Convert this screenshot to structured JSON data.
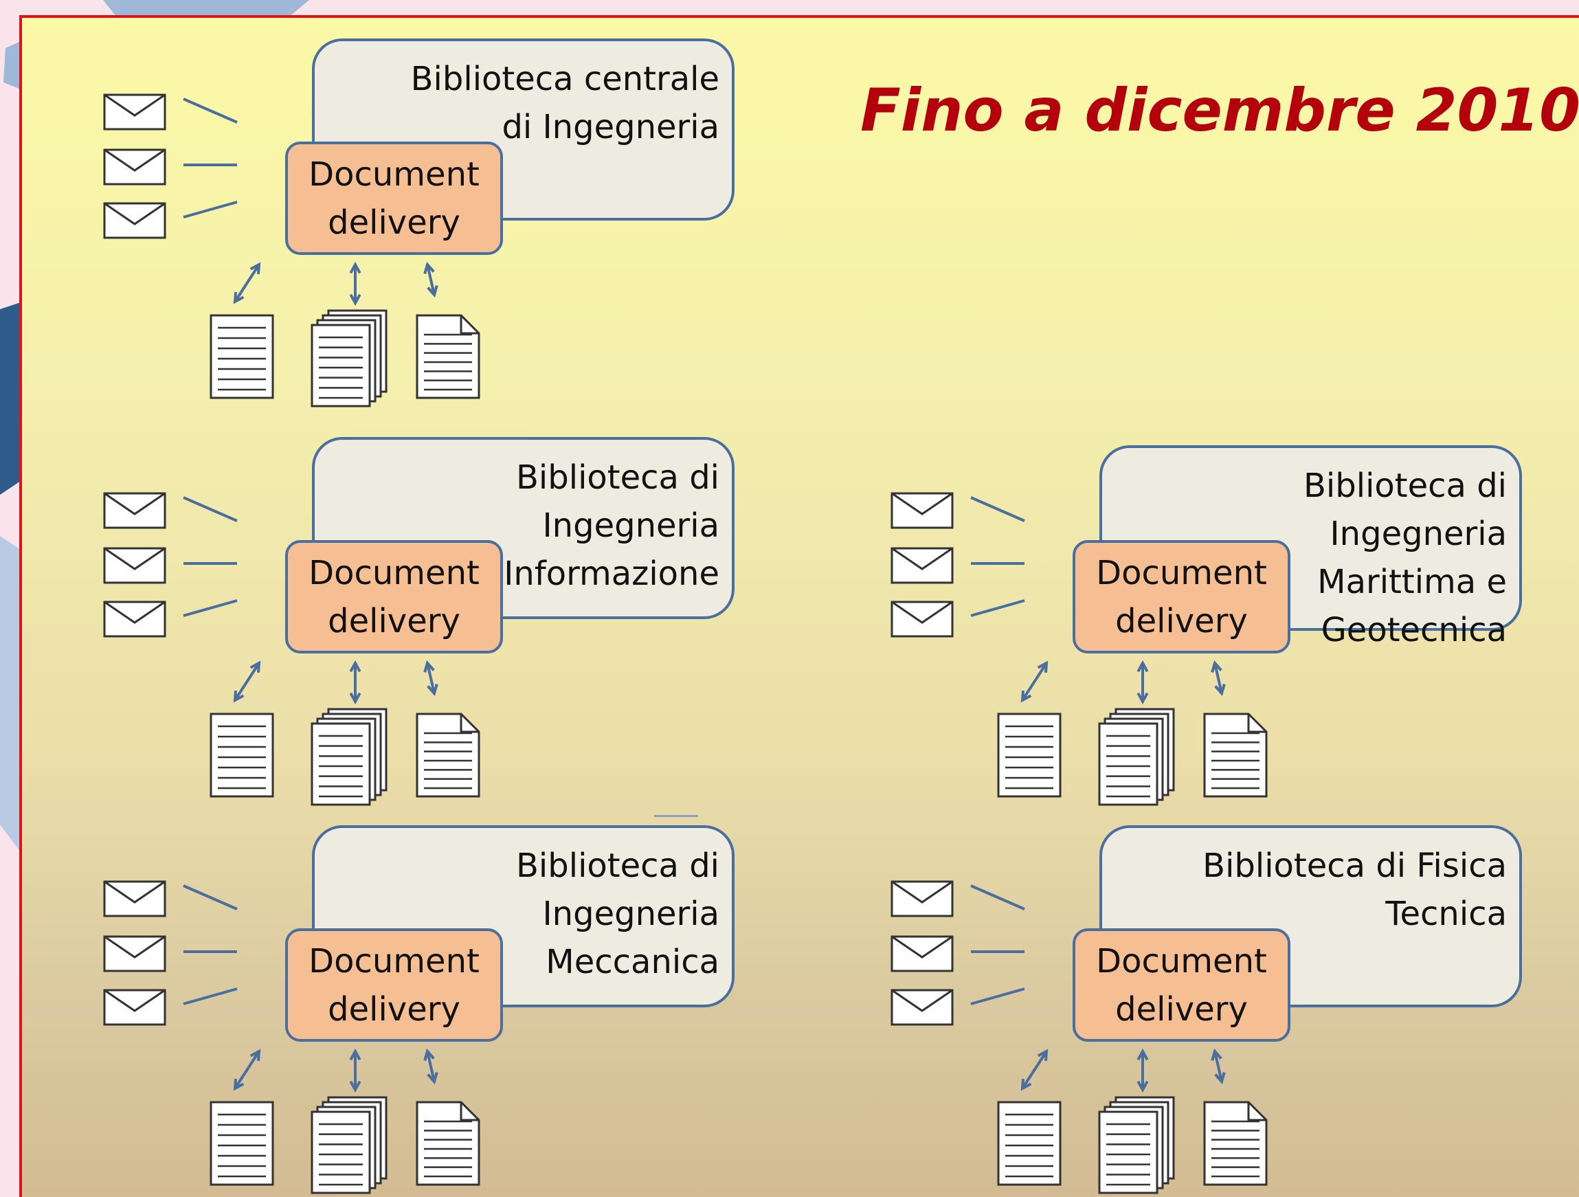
{
  "slide": {
    "title": "Fino a dicembre 2010..."
  },
  "libraries": [
    {
      "name": "Biblioteca centrale\ndi Ingegneria",
      "service": "Document\ndelivery"
    },
    {
      "name": "Biblioteca di Ingegneria\ndell’Informazione",
      "service": "Document\ndelivery"
    },
    {
      "name": "Biblioteca di Ingegneria\nMarittima e\nGeotecnica",
      "service": "Document\ndelivery"
    },
    {
      "name": "Biblioteca di Ingegneria\nMeccanica",
      "service": "Document\ndelivery"
    },
    {
      "name": "Biblioteca di Fisica\nTecnica",
      "service": "Document\ndelivery"
    }
  ],
  "colors": {
    "border_accent": "#d8141c",
    "title_color": "#b3000c",
    "card_fill": "#eeece0",
    "service_fill": "#f6bf93",
    "line_color": "#4a6f9f"
  },
  "icons": {
    "mail": "envelope-icon",
    "single_doc": "document-icon",
    "multi_doc": "document-stack-icon",
    "folded_doc": "document-folded-icon"
  }
}
